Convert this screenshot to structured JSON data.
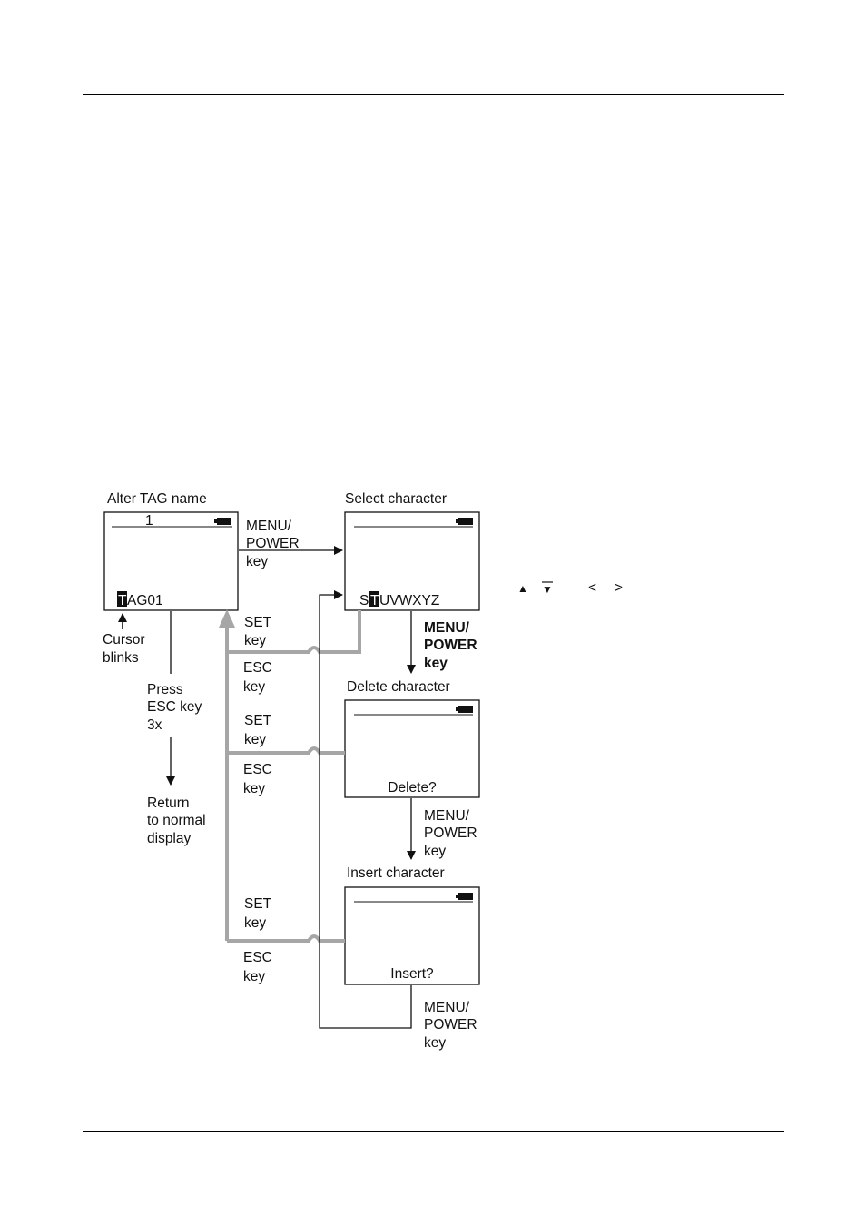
{
  "screens": {
    "alter": {
      "title": "Alter TAG name",
      "top_value": "1",
      "cursor_char": "T",
      "rest_text": "AG01"
    },
    "select": {
      "title": "Select character",
      "chars_before": "S",
      "cursor_char": "T",
      "chars_after": "UVWXYZ"
    },
    "delete": {
      "title": "Delete character",
      "prompt": "Delete?"
    },
    "insert": {
      "title": "Insert character",
      "prompt": "Insert?"
    }
  },
  "labels": {
    "menu_power_1": [
      "MENU/",
      "POWER",
      "key"
    ],
    "menu_power_2": [
      "MENU/",
      "POWER",
      "key"
    ],
    "menu_power_3": [
      "MENU/",
      "POWER",
      "key"
    ],
    "menu_power_4": [
      "MENU/",
      "POWER",
      "key"
    ],
    "set_1": [
      "SET",
      "key"
    ],
    "esc_1": [
      "ESC",
      "key"
    ],
    "set_2": [
      "SET",
      "key"
    ],
    "esc_2": [
      "ESC",
      "key"
    ],
    "set_3": [
      "SET",
      "key"
    ],
    "esc_3": [
      "ESC",
      "key"
    ],
    "cursor": [
      "Cursor",
      "blinks"
    ],
    "press_esc": [
      "Press",
      "ESC key",
      "3x"
    ],
    "return": [
      "Return",
      "to normal",
      "display"
    ]
  },
  "key_symbols": {
    "up": "▲",
    "down": "▼",
    "left": "<",
    "right": ">"
  },
  "colors": {
    "gray_path": "#a6a6a6",
    "ink": "#111111"
  }
}
